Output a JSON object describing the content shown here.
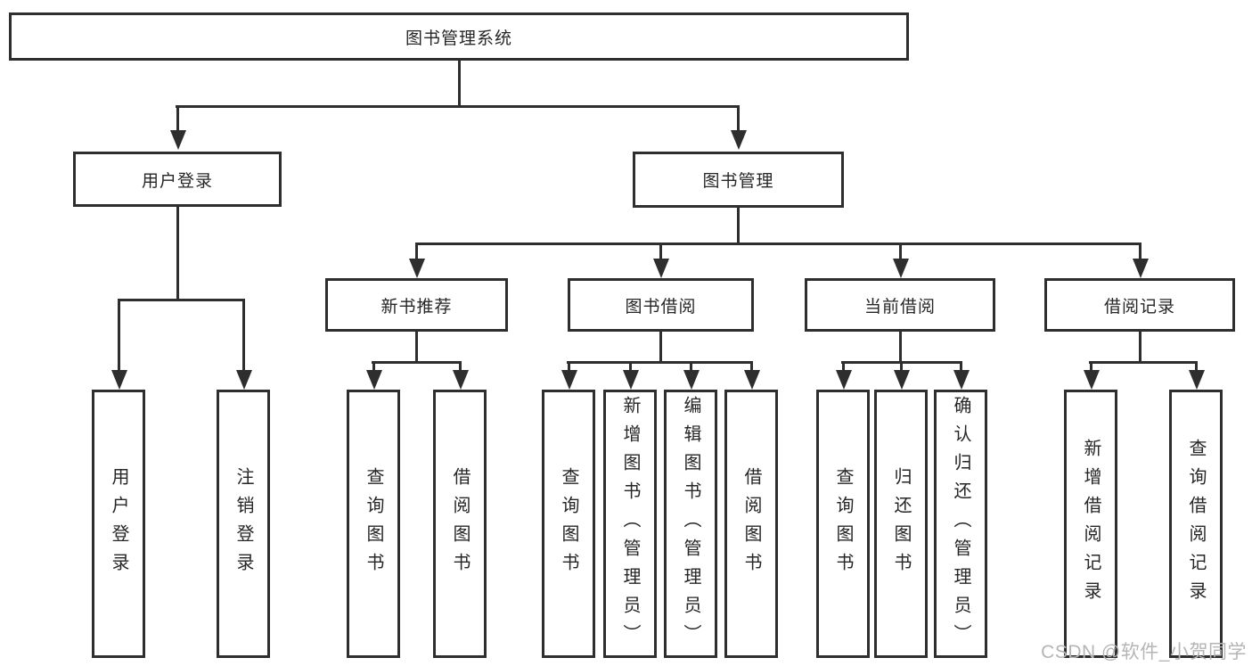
{
  "root": {
    "label": "图书管理系统"
  },
  "level2": [
    {
      "label": "用户登录"
    },
    {
      "label": "图书管理"
    }
  ],
  "level3": [
    {
      "label": "新书推荐"
    },
    {
      "label": "图书借阅"
    },
    {
      "label": "当前借阅"
    },
    {
      "label": "借阅记录"
    }
  ],
  "leafGroups": [
    {
      "items": [
        {
          "label": "用户登录"
        },
        {
          "label": "注销登录"
        }
      ]
    },
    {
      "items": [
        {
          "label": "查询图书"
        },
        {
          "label": "借阅图书"
        }
      ]
    },
    {
      "items": [
        {
          "label": "查询图书"
        },
        {
          "label": "新增图书（管理员）"
        },
        {
          "label": "编辑图书（管理员）"
        },
        {
          "label": "借阅图书"
        }
      ]
    },
    {
      "items": [
        {
          "label": "查询图书"
        },
        {
          "label": "归还图书"
        },
        {
          "label": "确认归还（管理员）"
        }
      ]
    },
    {
      "items": [
        {
          "label": "新增借阅记录"
        },
        {
          "label": "查询借阅记录"
        }
      ]
    }
  ],
  "watermark": {
    "text": "CSDN @软件_小贺同学"
  },
  "colors": {
    "line": "#2e2e2e",
    "box_background": "#ffffff",
    "text": "#262626",
    "watermark": "#b5b5b5"
  }
}
